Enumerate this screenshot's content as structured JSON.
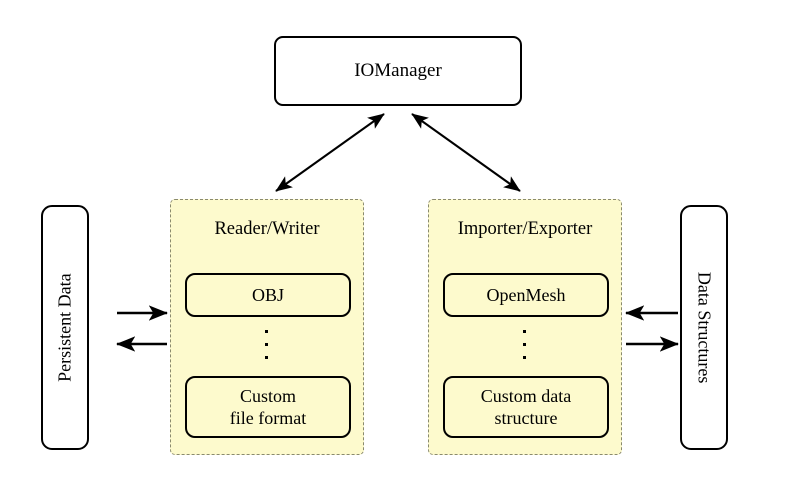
{
  "diagram": {
    "title_node": {
      "label": "IOManager"
    },
    "left_endpoint": {
      "label": "Persistent Data"
    },
    "right_endpoint": {
      "label": "Data Structures"
    },
    "groups": [
      {
        "title": "Reader/Writer",
        "items": [
          {
            "label": "OBJ"
          },
          {
            "label": "Custom\nfile format"
          }
        ],
        "ellipsis": "vertical-dots"
      },
      {
        "title": "Importer/Exporter",
        "items": [
          {
            "label": "OpenMesh"
          },
          {
            "label": "Custom data\nstructure"
          }
        ],
        "ellipsis": "vertical-dots"
      }
    ],
    "connections": [
      {
        "name": "iomanager-to-reader-writer",
        "style": "double-headed-diagonal",
        "from": "IOManager",
        "to": "Reader/Writer"
      },
      {
        "name": "iomanager-to-importer-exporter",
        "style": "double-headed-diagonal",
        "from": "IOManager",
        "to": "Importer/Exporter"
      },
      {
        "name": "persistent-data-to-reader-writer",
        "style": "single-arrow-right",
        "from": "Persistent Data",
        "to": "Reader/Writer"
      },
      {
        "name": "reader-writer-to-persistent-data",
        "style": "single-arrow-left",
        "from": "Reader/Writer",
        "to": "Persistent Data"
      },
      {
        "name": "data-structures-to-importer-exporter",
        "style": "single-arrow-left",
        "from": "Data Structures",
        "to": "Importer/Exporter"
      },
      {
        "name": "importer-exporter-to-data-structures",
        "style": "single-arrow-right",
        "from": "Importer/Exporter",
        "to": "Data Structures"
      }
    ],
    "colors": {
      "group_fill": "#fdfacd",
      "group_border": "#8a8a6e",
      "node_border": "#000000",
      "node_fill": "#ffffff",
      "background": "#ffffff",
      "arrow": "#000000"
    }
  }
}
